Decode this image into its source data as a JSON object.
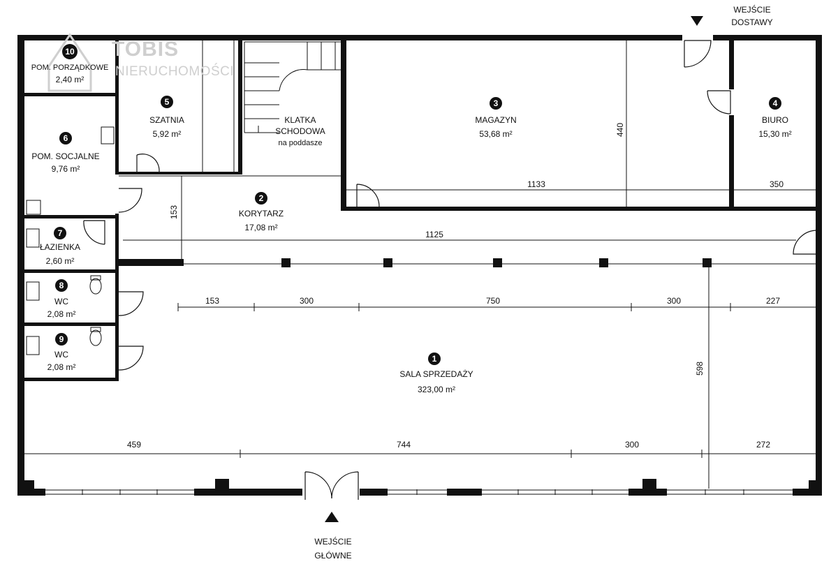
{
  "logo": {
    "name": "TOBIS",
    "subtitle": "NIERUCHOMOŚCI"
  },
  "rooms": [
    {
      "number": "1",
      "name": "SALA SPRZEDAŻY",
      "area": "323,00 m²"
    },
    {
      "number": "2",
      "name": "KORYTARZ",
      "area": "17,08 m²"
    },
    {
      "number": "3",
      "name": "MAGAZYN",
      "area": "53,68 m²"
    },
    {
      "number": "4",
      "name": "BIURO",
      "area": "15,30 m²"
    },
    {
      "number": "5",
      "name": "SZATNIA",
      "area": "5,92 m²"
    },
    {
      "number": "6",
      "name": "POM. SOCJALNE",
      "area": "9,76 m²"
    },
    {
      "number": "7",
      "name": "ŁAZIENKA",
      "area": "2,60 m²"
    },
    {
      "number": "8",
      "name": "WC",
      "area": "2,08 m²"
    },
    {
      "number": "9",
      "name": "WC",
      "area": "2,08 m²"
    },
    {
      "number": "10",
      "name": "POM. PORZĄDKOWE",
      "area": "2,40 m²"
    }
  ],
  "stairs": {
    "line1": "KLATKA",
    "line2": "SCHODOWA",
    "line3": "na poddasze"
  },
  "dimensions": {
    "korytarz_height": "153",
    "korytarz_width": "1125",
    "magazyn_width": "1133",
    "magazyn_height": "440",
    "biuro_width": "350",
    "sala_height": "598",
    "upper_row": [
      "153",
      "300",
      "750",
      "300",
      "227"
    ],
    "lower_row": [
      "459",
      "744",
      "300",
      "272"
    ]
  },
  "entrances": {
    "delivery": {
      "line1": "WEJŚCIE",
      "line2": "DOSTAWY"
    },
    "main": {
      "line1": "WEJŚCIE",
      "line2": "GŁÓWNE"
    }
  },
  "colors": {
    "wall": "#111111",
    "badge": "#111111",
    "logo": "#cfcfcf"
  }
}
